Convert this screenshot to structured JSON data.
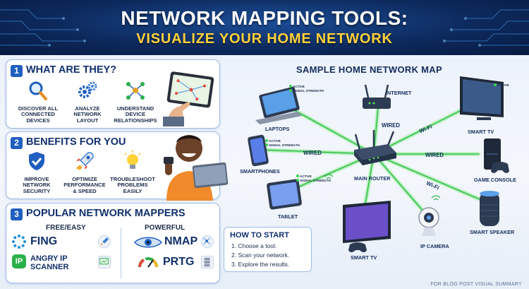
{
  "header": {
    "title": "NETWORK MAPPING TOOLS:",
    "subtitle": "VISUALIZE YOUR HOME NETWORK"
  },
  "section1": {
    "number": "1",
    "title": "WHAT ARE THEY?",
    "features": [
      {
        "icon": "magnifier-icon",
        "line1": "DISCOVER ALL",
        "line2": "CONNECTED",
        "line3": "DEVICES"
      },
      {
        "icon": "gears-icon",
        "line1": "ANALYZE",
        "line2": "NETWORK",
        "line3": "LAYOUT"
      },
      {
        "icon": "relationship-graph-icon",
        "line1": "UNDERSTAND",
        "line2": "DEVICE",
        "line3": "RELATIONSHIPS"
      }
    ]
  },
  "section2": {
    "number": "2",
    "title": "BENEFITS FOR YOU",
    "features": [
      {
        "icon": "shield-check-icon",
        "line1": "IMPROVE",
        "line2": "NETWORK",
        "line3": "SECURITY"
      },
      {
        "icon": "rocket-icon",
        "line1": "OPTIMIZE",
        "line2": "PERFORMANCE",
        "line3": "& SPEED"
      },
      {
        "icon": "lightbulb-icon",
        "line1": "TROUBLESHOOT",
        "line2": "PROBLEMS",
        "line3": "EASILY"
      }
    ]
  },
  "section3": {
    "number": "3",
    "title": "POPULAR NETWORK MAPPERS",
    "free_label": "FREE/EASY",
    "powerful_label": "POWERFUL",
    "tools": {
      "fing": "FING",
      "angry_line1": "ANGRY IP",
      "angry_line2": "SCANNER",
      "nmap": "NMAP",
      "prtg": "PRTG"
    }
  },
  "howto": {
    "title": "HOW TO START",
    "steps": [
      "1. Choose a tool.",
      "2. Scan your network.",
      "3. Explore the results."
    ]
  },
  "map": {
    "title": "SAMPLE HOME NETWORK MAP",
    "devices": {
      "internet": "INTERNET",
      "laptops": "LAPTOPS",
      "smartphones": "SMARTPHONES",
      "tablet": "TABLET",
      "main_router": "MAIN ROUTER",
      "smart_tv_top": "SMART TV",
      "game_console": "GAME CONSOLE",
      "smart_speaker": "SMART SPEAKER",
      "ip_camera": "IP CAMERA",
      "smart_tv_bottom": "SMART TV"
    },
    "links": {
      "wired_internet": "WIRED",
      "wifi_tv": "Wi-Fi",
      "wired_phones": "WIRED",
      "wired_console": "WIRED",
      "wifi_speaker": "Wi-Fi"
    },
    "status": {
      "active": "ACTIVE",
      "signal": "SIGNAL STRENGTH"
    }
  },
  "footer": "FOR BLOG POST VISUAL SUMMARY",
  "colors": {
    "header_bg": "#0d2a5e",
    "title": "#ffffff",
    "subtitle": "#ffd23a",
    "accent": "#1f5fbf",
    "link_green": "#59e35a",
    "active_dot": "#3bd24a"
  }
}
